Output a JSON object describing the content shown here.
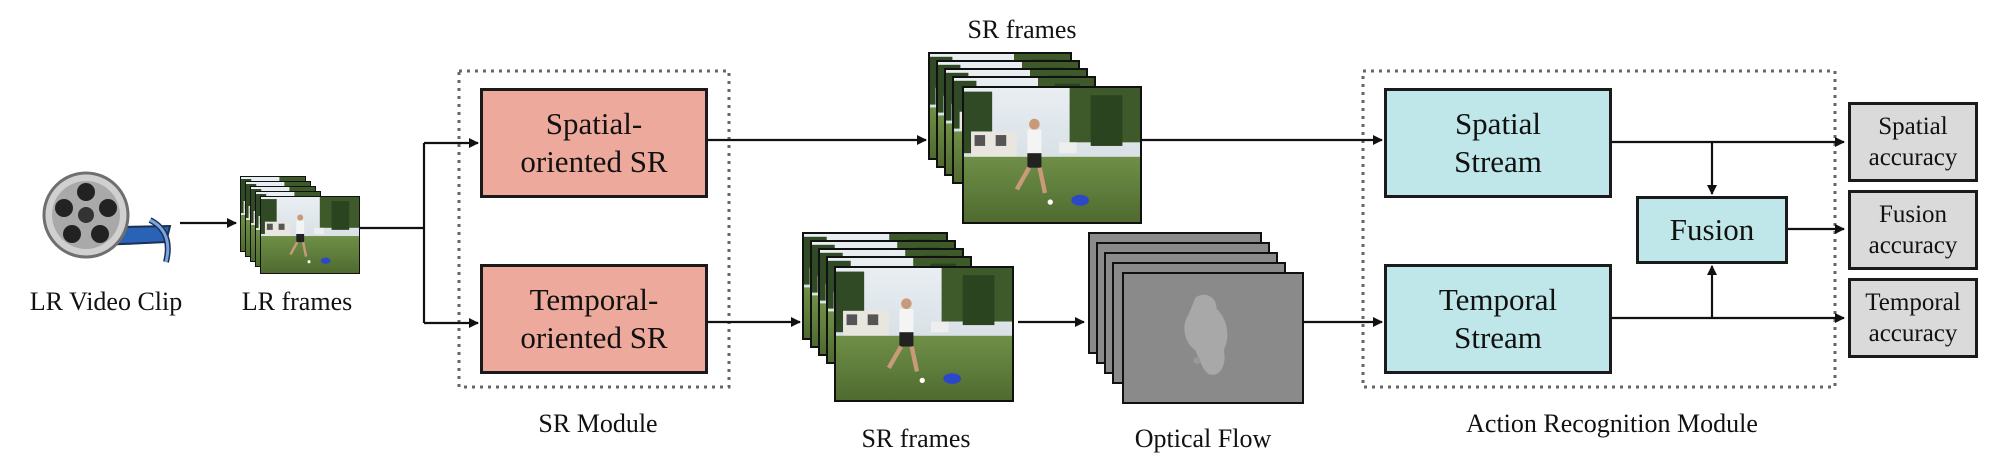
{
  "diagram": {
    "input": {
      "label": "LR Video Clip"
    },
    "lr_frames": {
      "label": "LR frames"
    },
    "sr_module": {
      "label": "SR Module",
      "spatial_sr": "Spatial-\noriented SR",
      "temporal_sr": "Temporal-\noriented SR"
    },
    "sr_frames_top": {
      "label": "SR frames"
    },
    "sr_frames_bottom": {
      "label": "SR frames"
    },
    "optical_flow": {
      "label": "Optical Flow"
    },
    "action_module": {
      "label": "Action Recognition Module",
      "spatial_stream": "Spatial\nStream",
      "temporal_stream": "Temporal\nStream",
      "fusion": "Fusion"
    },
    "outputs": {
      "spatial": "Spatial\naccuracy",
      "fusion": "Fusion\naccuracy",
      "temporal": "Temporal\naccuracy"
    },
    "colors": {
      "sr_box": "#eda99b",
      "stream_box": "#bfe6e8",
      "accuracy_box": "#dadada",
      "flow_gray": "#8a8a8a"
    }
  }
}
